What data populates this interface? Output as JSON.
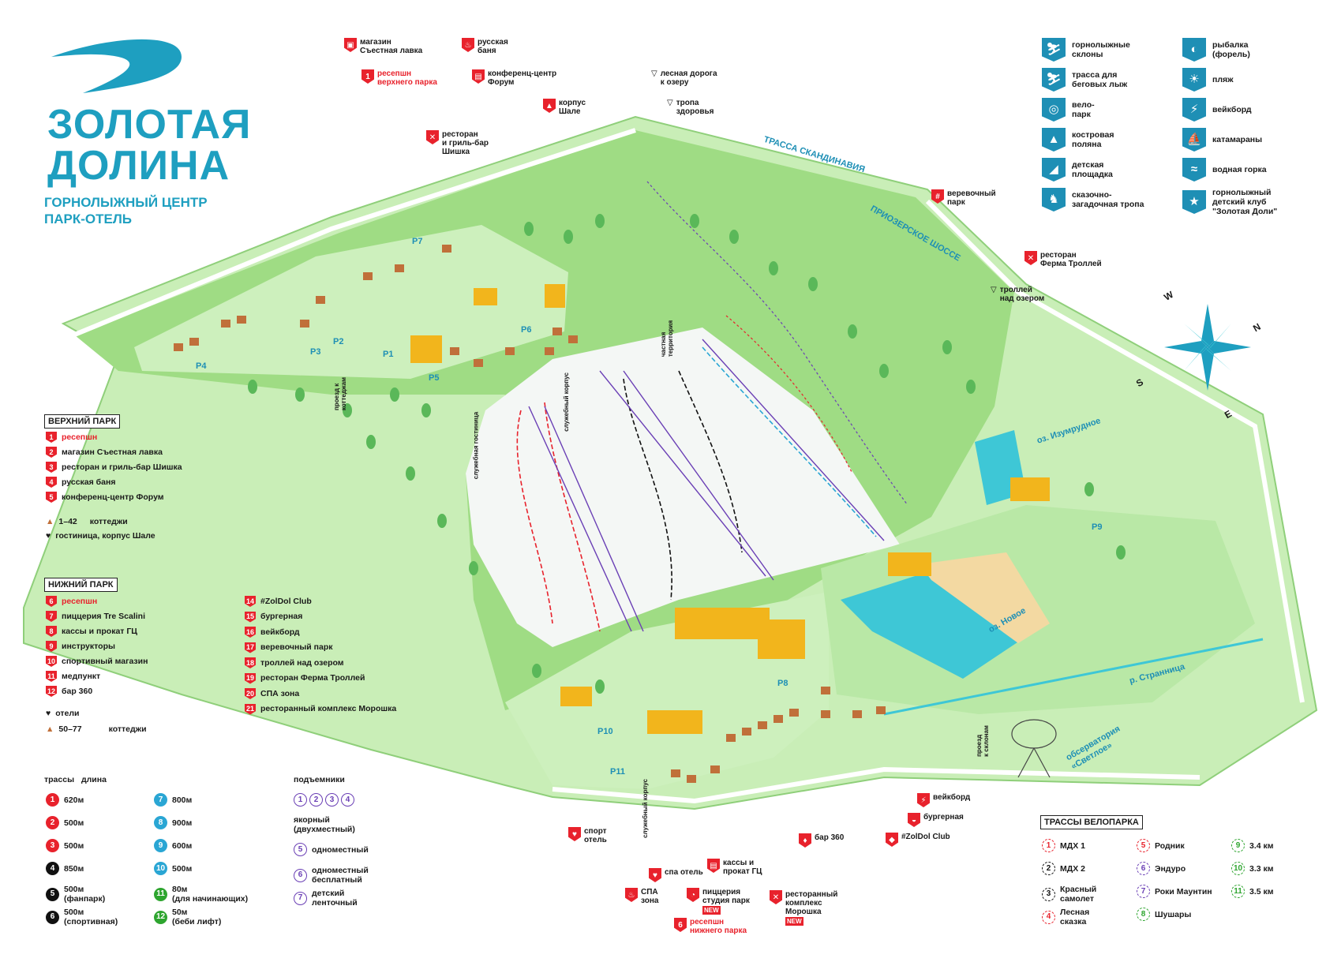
{
  "brand": {
    "title_line1": "ЗОЛОТАЯ",
    "title_line2": "ДОЛИНА",
    "subtitle_line1": "ГОРНОЛЫЖНЫЙ ЦЕНТР",
    "subtitle_line2": "ПАРК-ОТЕЛЬ"
  },
  "colors": {
    "brand_blue": "#1e9fc0",
    "marker_red": "#e8222c",
    "grass": "#a9e08c",
    "grass_dark": "#7cc96a",
    "water": "#3ec7d6",
    "building": "#f2b51c"
  },
  "upper_park": {
    "title": "ВЕРХНИЙ ПАРК",
    "items": [
      {
        "n": "1",
        "label": "ресепшн",
        "highlight": true
      },
      {
        "n": "2",
        "label": "магазин Съестная лавка"
      },
      {
        "n": "3",
        "label": "ресторан и гриль-бар Шишка"
      },
      {
        "n": "4",
        "label": "русская баня"
      },
      {
        "n": "5",
        "label": "конференц-центр Форум"
      }
    ],
    "cottages": "1–42",
    "cottages_label": "коттеджи",
    "hotel_label": "гостиница, корпус Шале"
  },
  "lower_park": {
    "title": "НИЖНИЙ ПАРК",
    "items": [
      {
        "n": "6",
        "label": "ресепшн",
        "highlight": true
      },
      {
        "n": "7",
        "label": "пиццерия Tre Scalini"
      },
      {
        "n": "8",
        "label": "кассы и прокат ГЦ"
      },
      {
        "n": "9",
        "label": "инструкторы"
      },
      {
        "n": "10",
        "label": "спортивный магазин"
      },
      {
        "n": "11",
        "label": "медпункт"
      },
      {
        "n": "12",
        "label": "бар 360"
      }
    ],
    "items2": [
      {
        "n": "14",
        "label": "#ZolDol Club"
      },
      {
        "n": "15",
        "label": "бургерная"
      },
      {
        "n": "16",
        "label": "вейкборд"
      },
      {
        "n": "17",
        "label": "веревочный парк"
      },
      {
        "n": "18",
        "label": "троллей над озером"
      },
      {
        "n": "19",
        "label": "ресторан Ферма Троллей"
      },
      {
        "n": "20",
        "label": "СПА зона"
      },
      {
        "n": "21",
        "label": "ресторанный комплекс Морошка"
      }
    ],
    "hotels_label": "отели",
    "cottages": "50–77",
    "cottages_label": "коттеджи"
  },
  "slopes": {
    "header_tracks": "трассы",
    "header_length": "длина",
    "col1": [
      {
        "n": "1",
        "color": "#e8222c",
        "len": "620м"
      },
      {
        "n": "2",
        "color": "#e8222c",
        "len": "500м"
      },
      {
        "n": "3",
        "color": "#e8222c",
        "len": "500м"
      },
      {
        "n": "4",
        "color": "#111111",
        "len": "850м"
      },
      {
        "n": "5",
        "color": "#111111",
        "len": "500м",
        "note": "(фанпарк)"
      },
      {
        "n": "6",
        "color": "#111111",
        "len": "500м",
        "note": "(спортивная)"
      }
    ],
    "col2": [
      {
        "n": "7",
        "color": "#2aa6d4",
        "len": "800м"
      },
      {
        "n": "8",
        "color": "#2aa6d4",
        "len": "900м"
      },
      {
        "n": "9",
        "color": "#2aa6d4",
        "len": "600м"
      },
      {
        "n": "10",
        "color": "#2aa6d4",
        "len": "500м"
      },
      {
        "n": "11",
        "color": "#2ea52f",
        "len": "80м",
        "note": "(для начинающих)"
      },
      {
        "n": "12",
        "color": "#2ea52f",
        "len": "50м",
        "note": "(беби лифт)"
      }
    ]
  },
  "lifts": {
    "title": "подъемники",
    "anchor_nums": [
      "1",
      "2",
      "3",
      "4"
    ],
    "anchor_label": "якорный",
    "anchor_note": "(двухместный)",
    "items": [
      {
        "n": "5",
        "label": "одноместный"
      },
      {
        "n": "6",
        "label": "одноместный",
        "label2": "бесплатный"
      },
      {
        "n": "7",
        "label": "детский",
        "label2": "ленточный"
      }
    ]
  },
  "bike": {
    "title": "ТРАССЫ ВЕЛОПАРКА",
    "col1": [
      {
        "n": "1",
        "color": "#e8222c",
        "label": "МДХ 1"
      },
      {
        "n": "2",
        "color": "#111111",
        "label": "МДХ 2"
      },
      {
        "n": "3",
        "color": "#111111",
        "label": "Красный",
        "label2": "самолет"
      },
      {
        "n": "4",
        "color": "#e8222c",
        "label": "Лесная",
        "label2": "сказка"
      }
    ],
    "col2": [
      {
        "n": "5",
        "color": "#e8222c",
        "label": "Родник"
      },
      {
        "n": "6",
        "color": "#6a3fb5",
        "label": "Эндуро"
      },
      {
        "n": "7",
        "color": "#6a3fb5",
        "label": "Роки Маунтин"
      },
      {
        "n": "8",
        "color": "#2ea52f",
        "label": "Шушары"
      }
    ],
    "col3": [
      {
        "n": "9",
        "color": "#2ea52f",
        "label": "3.4 км"
      },
      {
        "n": "10",
        "color": "#2ea52f",
        "label": "3.3 км"
      },
      {
        "n": "11",
        "color": "#2ea52f",
        "label": "3.5 км"
      }
    ]
  },
  "services": {
    "col1": [
      {
        "icon": "skier-icon",
        "glyph": "⛷",
        "label": "горнолыжные",
        "label2": "склоны"
      },
      {
        "icon": "cross-country-icon",
        "glyph": "⛷",
        "label": "трасса для",
        "label2": "беговых лыж"
      },
      {
        "icon": "bike-park-icon",
        "glyph": "◎",
        "label": "вело-",
        "label2": "парк"
      },
      {
        "icon": "campfire-icon",
        "glyph": "▲",
        "label": "костровая",
        "label2": "поляна"
      },
      {
        "icon": "playground-icon",
        "glyph": "◢",
        "label": "детская",
        "label2": "площадка"
      },
      {
        "icon": "hiker-icon",
        "glyph": "♞",
        "label": "сказочно-",
        "label2": "загадочная тропа"
      }
    ],
    "col2": [
      {
        "icon": "fish-icon",
        "glyph": "◐",
        "label": "рыбалка",
        "label2": "(форель)"
      },
      {
        "icon": "beach-icon",
        "glyph": "☀",
        "label": "пляж"
      },
      {
        "icon": "wakeboard-icon",
        "glyph": "⚡",
        "label": "вейкборд"
      },
      {
        "icon": "catamaran-icon",
        "glyph": "⛵",
        "label": "катамараны"
      },
      {
        "icon": "water-slide-icon",
        "glyph": "≈",
        "label": "водная горка"
      },
      {
        "icon": "kids-ski-club-icon",
        "glyph": "★",
        "label": "горнолыжный",
        "label2": "детский клуб",
        "label3": "\"Золотая Доли\""
      }
    ]
  },
  "map_pins": {
    "shop": {
      "line1": "магазин",
      "line2": "Съестная лавка"
    },
    "reception_top": {
      "n": "1",
      "line1": "ресепшн",
      "line2": "верхнего парка"
    },
    "bath": {
      "line1": "русская",
      "line2": "баня"
    },
    "forum": {
      "line1": "конференц-центр",
      "line2": "Форум"
    },
    "chalet": {
      "line1": "корпус",
      "line2": "Шале"
    },
    "shishka": {
      "line1": "ресторан",
      "line2": "и гриль-бар",
      "line3": "Шишка"
    },
    "forest_road": {
      "line1": "лесная дорога",
      "line2": "к озеру"
    },
    "health_trail": {
      "line1": "тропа",
      "line2": "здоровья"
    },
    "rope_park": {
      "line1": "веревочный",
      "line2": "парк"
    },
    "troll_farm": {
      "line1": "ресторан",
      "line2": "Ферма Троллей"
    },
    "trolley": {
      "line1": "троллей",
      "line2": "над озером"
    },
    "sport_hotel": {
      "line1": "спорт",
      "line2": "отель"
    },
    "spa_zone": {
      "line1": "СПА",
      "line2": "зона"
    },
    "spa_hotel": {
      "line1": "спа отель"
    },
    "tickets": {
      "line1": "кассы и",
      "line2": "прокат ГЦ"
    },
    "pizzeria": {
      "line1": "пиццерия",
      "line2": "студия парк",
      "tag": "NEW"
    },
    "reception_low": {
      "n": "6",
      "line1": "ресепшн",
      "line2": "нижнего парка"
    },
    "moroshka": {
      "line1": "ресторанный",
      "line2": "комплекс",
      "line3": "Морошка",
      "tag": "NEW"
    },
    "bar360": {
      "line1": "бар 360"
    },
    "wakeboard": {
      "line1": "вейкборд"
    },
    "burger": {
      "line1": "бургерная"
    },
    "zoldol": {
      "line1": "#ZolDol Club"
    }
  },
  "map_labels": {
    "scandinavia": "ТРАССА СКАНДИНАВИЯ",
    "priozersk": "ПРИОЗЕРСКОЕ ШОССЕ",
    "lake_izumrud": "оз. Изумрудное",
    "lake_novoe": "оз. Новое",
    "river": "р. Странница",
    "observatory": "обсерватория",
    "observatory2": "«Светлое»",
    "private": "частная",
    "private2": "территория",
    "service_hotel": "служебная гостиница",
    "service_block": "служебный корпус",
    "service_block2": "служебный корпус",
    "pass_road": "проезд к",
    "pass_road2": "коттеджам",
    "pass_road3": "проезд",
    "pass_road4": "к склонам",
    "parking": [
      "P1",
      "P2",
      "P3",
      "P4",
      "P5",
      "P6",
      "P7",
      "P8",
      "P9",
      "P10",
      "P11"
    ],
    "compass": [
      "N",
      "E",
      "S",
      "W"
    ]
  }
}
